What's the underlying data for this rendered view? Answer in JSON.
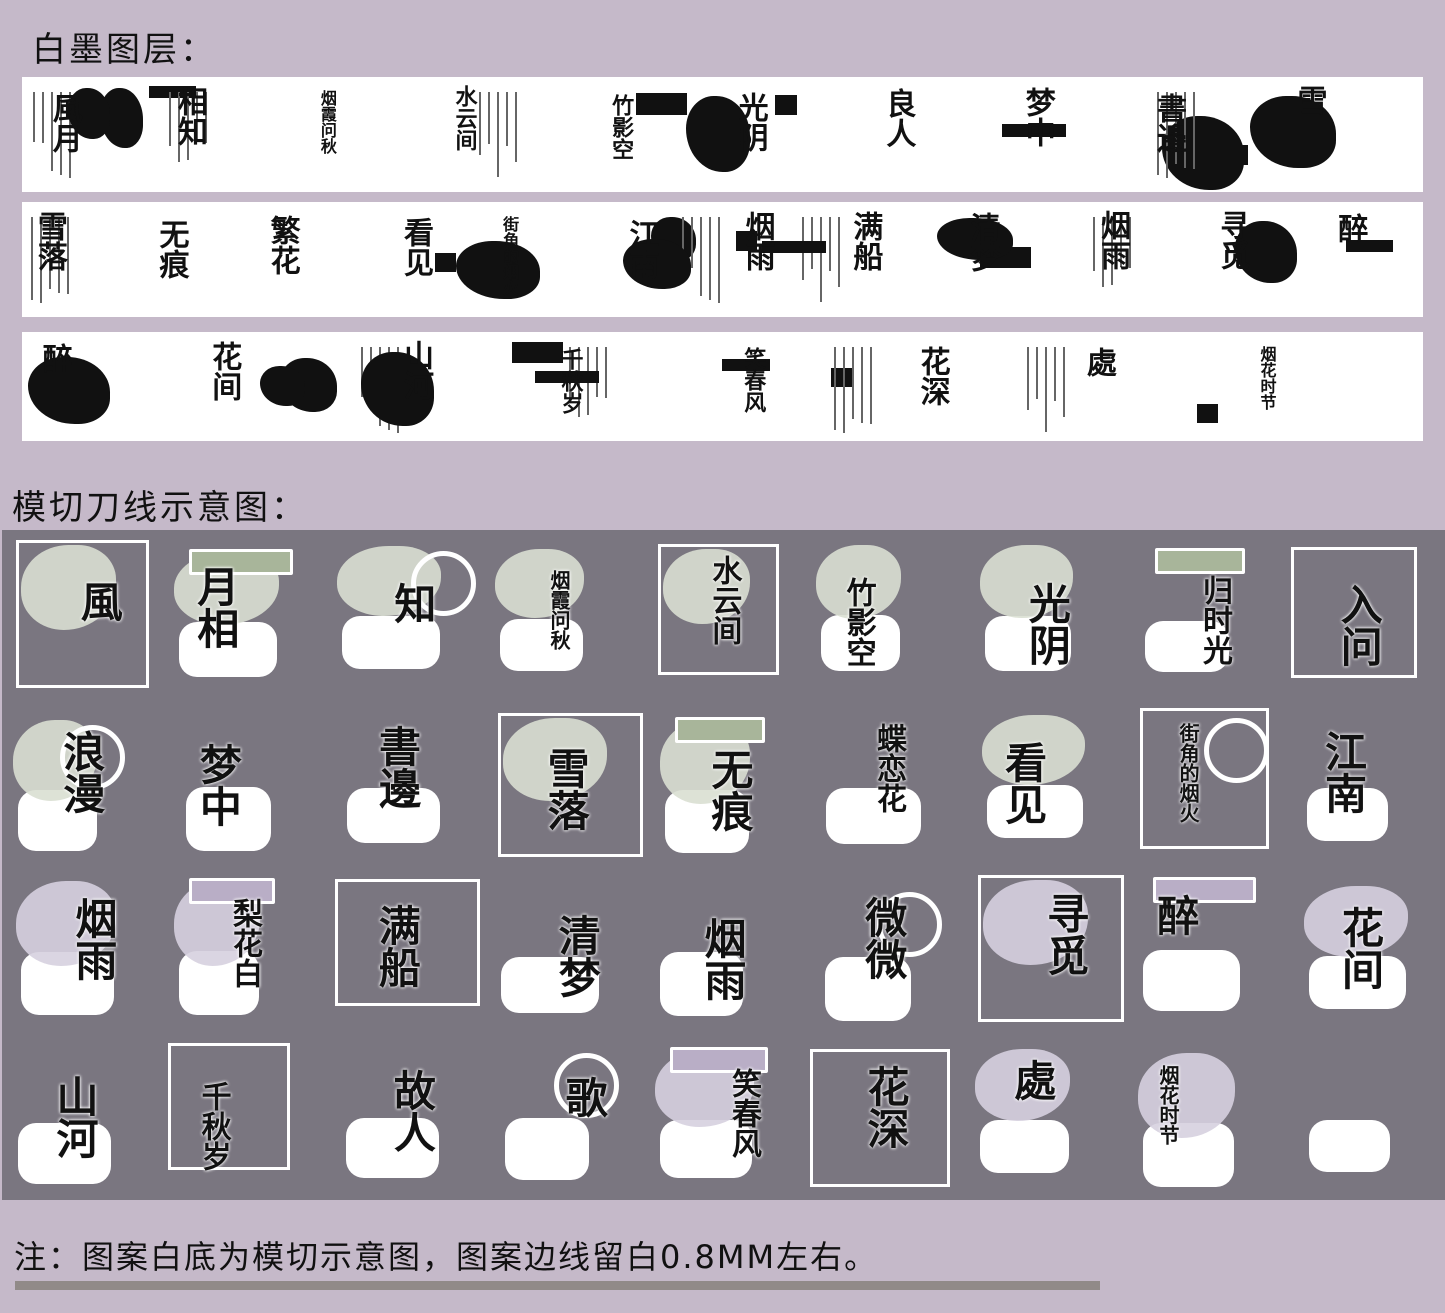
{
  "headings": {
    "ink_layer": "白墨图层：",
    "die_cut": "模切刀线示意图：",
    "note": "注：图案白底为模切示意图，图案边线留白0.8MM左右。"
  },
  "colors": {
    "background": "#c5b9c9",
    "panel": "#7a7680",
    "sage": "#a8b59a",
    "lilac": "#b9aec6",
    "ink": "#111111"
  },
  "strip1": [
    "風月",
    "相知",
    "烟霞问秋",
    "水云间",
    "竹影空",
    "光阴",
    "良人",
    "梦中",
    "書邊",
    "雪"
  ],
  "strip2": [
    "雪落",
    "无痕",
    "繁花",
    "看见",
    "街角的烟火",
    "江南",
    "烟雨",
    "满船",
    "清梦",
    "烟雨",
    "寻觅",
    "醉"
  ],
  "strip3": [
    "醉",
    "花间",
    "山河",
    "千秋岁",
    "笑春风",
    "花深",
    "處",
    "烟花时节"
  ],
  "panel": [
    "風",
    "月相",
    "知",
    "烟霞问秋",
    "水云间",
    "竹影空",
    "光阴",
    "归时光",
    "入问",
    "浪漫",
    "梦中",
    "書邊",
    "雪落",
    "无痕",
    "蝶恋花",
    "看见",
    "街角的烟火",
    "江南",
    "烟雨",
    "梨花白",
    "满船",
    "清梦",
    "烟雨",
    "微微",
    "寻觅",
    "醉",
    "花间",
    "山河",
    "千秋岁",
    "故人",
    "歌",
    "笑春风",
    "花深",
    "處",
    "烟花时节"
  ]
}
